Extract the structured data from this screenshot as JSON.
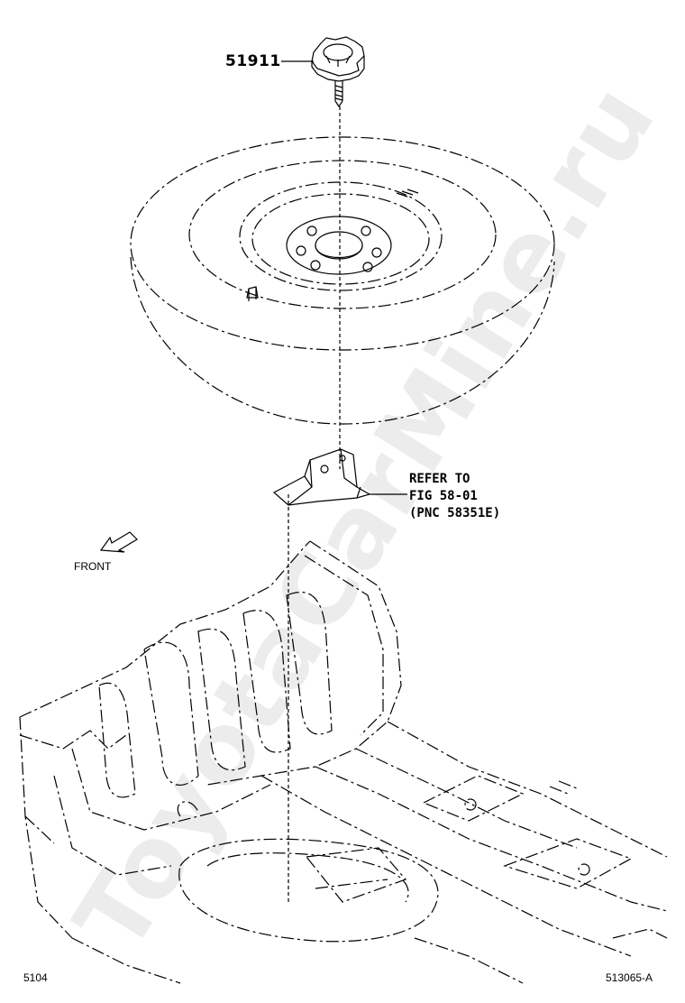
{
  "diagram": {
    "callouts": {
      "part_51911": "51911",
      "refer_line1": "REFER TO",
      "refer_line2": "FIG 58-01",
      "refer_line3": "(PNC 58351E)"
    },
    "direction_label": "FRONT",
    "footer_left": "5104",
    "footer_right": "513065-A",
    "watermark": "ToyotaCarMine.ru"
  },
  "colors": {
    "ink": "#000000",
    "watermark": "#969696"
  }
}
